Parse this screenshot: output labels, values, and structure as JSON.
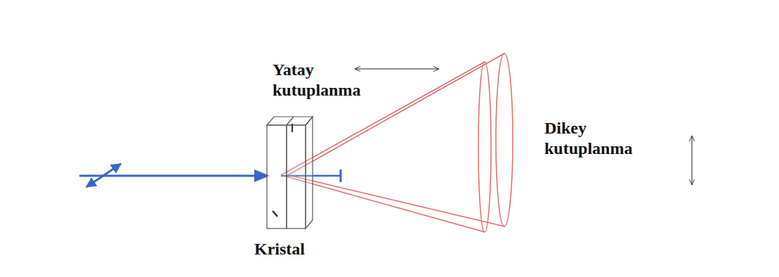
{
  "diagram": {
    "labels": [
      "Yatay kutuplanma",
      "Dikey kutuplanma",
      "Kristal"
    ]
  }
}
